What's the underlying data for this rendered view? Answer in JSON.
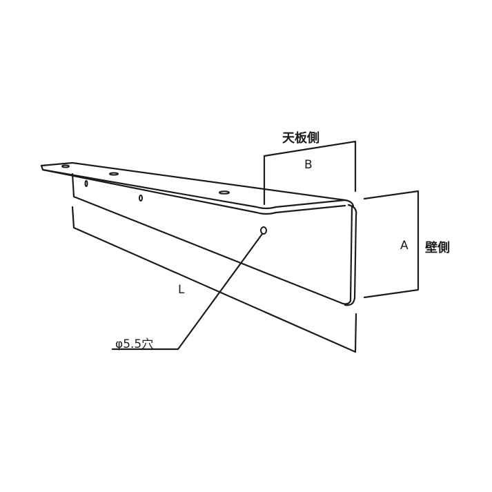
{
  "diagram": {
    "subject": "L-shaped shelf bracket",
    "labels": {
      "top_side": "天板側",
      "wall_side": "壁側",
      "dim_A": "A",
      "dim_B": "B",
      "dim_L": "L",
      "hole": "φ5.5穴"
    },
    "colors": {
      "line": "#1a1a1a",
      "background": "#ffffff"
    }
  }
}
